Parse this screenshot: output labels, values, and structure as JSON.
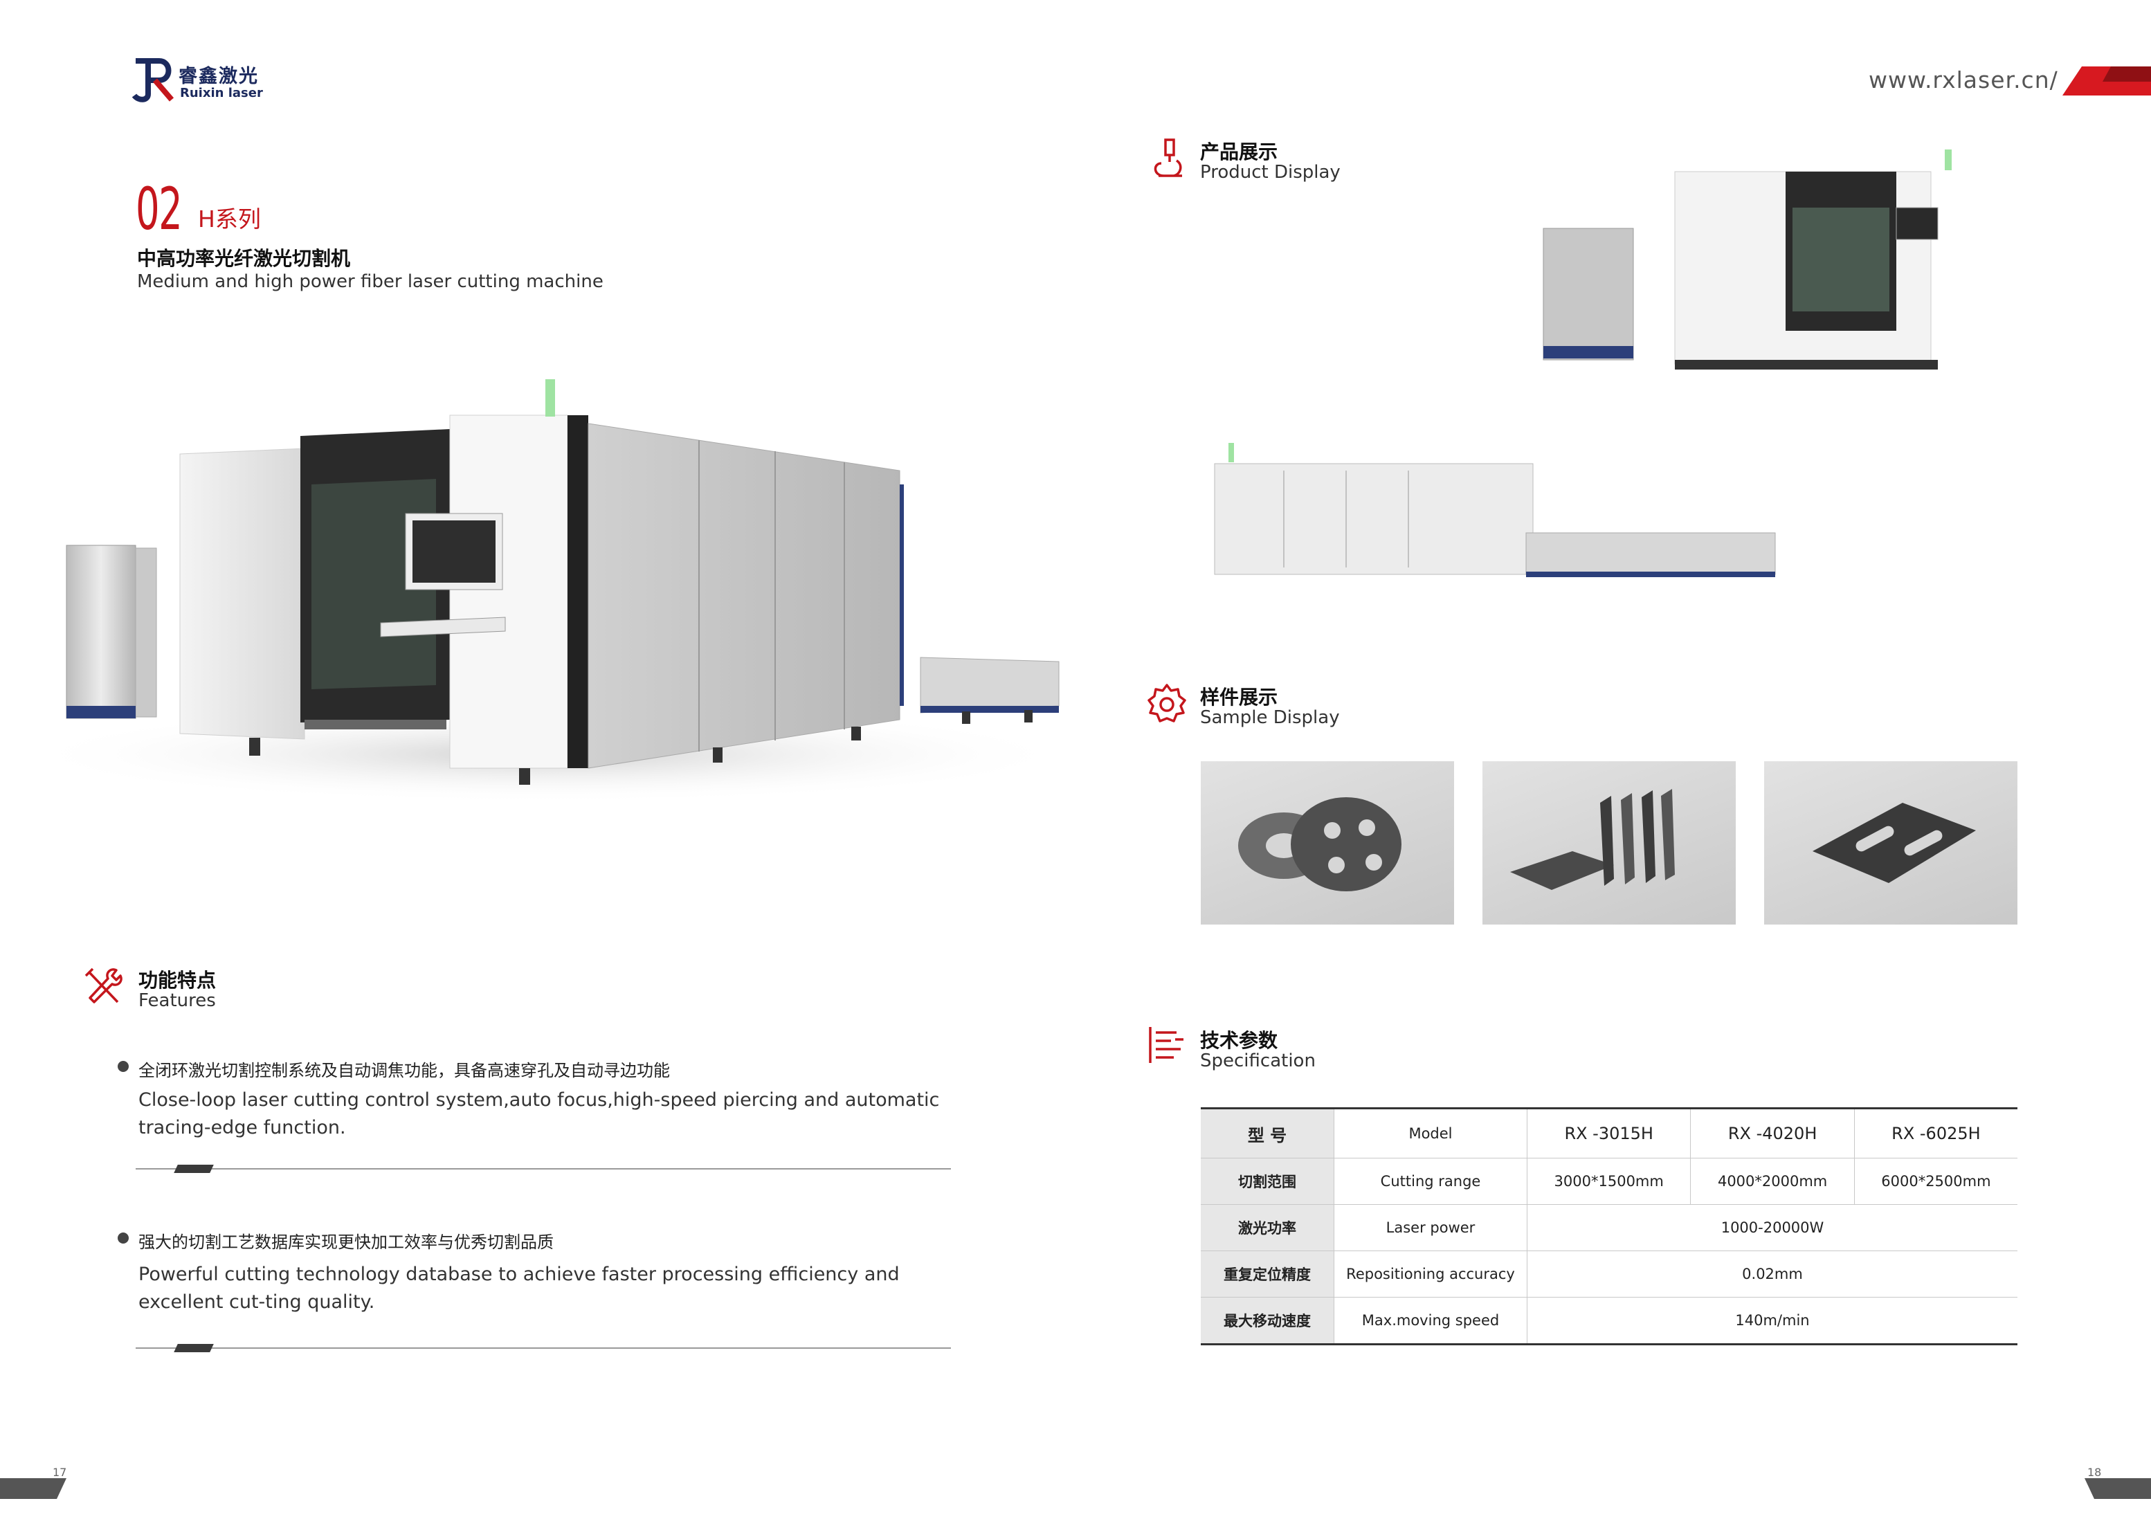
{
  "header": {
    "logo_cn": "睿鑫激光",
    "logo_en": "Ruixin laser",
    "url": "www.rxlaser.cn/"
  },
  "title": {
    "number": "02",
    "series": "H系列",
    "machine_cn": "中高功率光纤激光切割机",
    "machine_en": "Medium and high power fiber laser cutting machine"
  },
  "features": {
    "title_cn": "功能特点",
    "title_en": "Features",
    "items": [
      {
        "cn": "全闭环激光切割控制系统及自动调焦功能，具备高速穿孔及自动寻边功能",
        "en": "Close-loop laser cutting control system,auto focus,high-speed piercing and automatic tracing-edge function."
      },
      {
        "cn": "强大的切割工艺数据库实现更快加工效率与优秀切割品质",
        "en": "Powerful cutting technology database to achieve faster processing efficiency and excellent cut-ting quality."
      }
    ]
  },
  "product_display": {
    "title_cn": "产品展示",
    "title_en": "Product Display"
  },
  "sample_display": {
    "title_cn": "样件展示",
    "title_en": "Sample Display"
  },
  "specification": {
    "title_cn": "技术参数",
    "title_en": "Specification",
    "rows": [
      {
        "cn": "型 号",
        "en": "Model",
        "values": [
          "RX -3015H",
          "RX -4020H",
          "RX -6025H"
        ]
      },
      {
        "cn": "切割范围",
        "en": "Cutting range",
        "values": [
          "3000*1500mm",
          "4000*2000mm",
          "6000*2500mm"
        ]
      },
      {
        "cn": "激光功率",
        "en": "Laser power",
        "value": "1000-20000W"
      },
      {
        "cn": "重复定位精度",
        "en": "Repositioning  accuracy",
        "value": "0.02mm"
      },
      {
        "cn": "最大移动速度",
        "en": "Max.moving speed",
        "value": "140m/min"
      }
    ]
  },
  "pages": {
    "left": "17",
    "right": "18"
  },
  "colors": {
    "accent_red": "#c4161c",
    "brand_navy": "#1c2a5e"
  }
}
